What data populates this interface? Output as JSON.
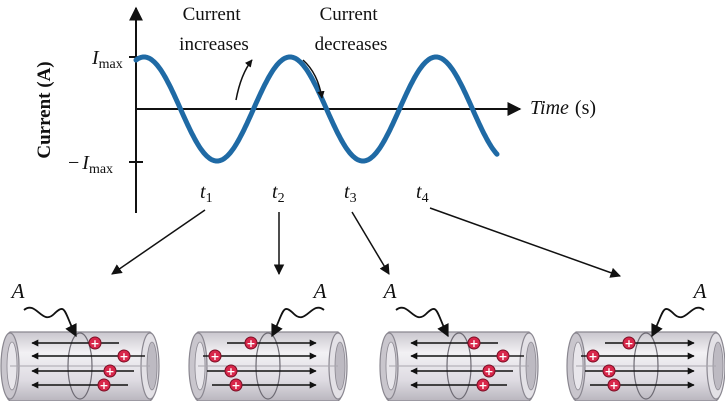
{
  "annotations": {
    "current_increases": [
      "Current",
      "increases"
    ],
    "current_decreases": [
      "Current",
      "decreases"
    ]
  },
  "axes": {
    "y_title": "Current (A)",
    "y_max_label": {
      "symbol": "I",
      "sub": "max"
    },
    "y_min_label": {
      "prefix": "−",
      "symbol": "I",
      "sub": "max"
    },
    "x_title": {
      "italic": "Time",
      "unit": "(s)"
    }
  },
  "time_markers": [
    {
      "symbol": "t",
      "sub": "1"
    },
    {
      "symbol": "t",
      "sub": "2"
    },
    {
      "symbol": "t",
      "sub": "3"
    },
    {
      "symbol": "t",
      "sub": "4"
    }
  ],
  "wires": [
    {
      "label": "A",
      "label_side": "left",
      "charge_sign": "+",
      "current_direction": "left"
    },
    {
      "label": "A",
      "label_side": "right",
      "charge_sign": "+",
      "current_direction": "right"
    },
    {
      "label": "A",
      "label_side": "left",
      "charge_sign": "+",
      "current_direction": "left"
    },
    {
      "label": "A",
      "label_side": "right",
      "charge_sign": "+",
      "current_direction": "right"
    }
  ],
  "colors": {
    "wave": "#1f6aa5",
    "charge": "#d8264a",
    "wire_body": "#dcd9e0",
    "wire_edge": "#8a8790"
  }
}
